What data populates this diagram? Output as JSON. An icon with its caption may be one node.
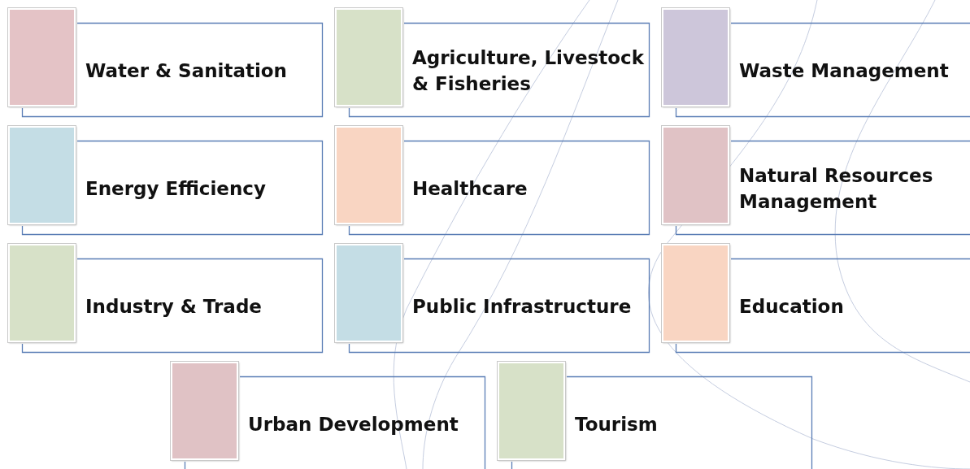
{
  "diagram": {
    "nodes": [
      {
        "text": [
          "Water & Sanitation"
        ]
      },
      {
        "text": [],
        "shape": "box",
        "in": 0
      },
      {
        "text": [
          "Agriculture, Livestock & Fisheries"
        ]
      },
      {
        "text": [],
        "shape": "box",
        "in": 2
      },
      {
        "text": [
          "Waste Management"
        ]
      },
      {
        "text": [],
        "shape": "box",
        "in": 4
      },
      {
        "text": [
          "Energy Efficiency"
        ]
      },
      {
        "text": [],
        "shape": "box",
        "in": 6
      },
      {
        "text": [
          "Healthcare"
        ]
      },
      {
        "text": [],
        "shape": "box",
        "in": 8
      },
      {
        "text": [
          "Natural Resources Management"
        ]
      },
      {
        "text": [],
        "shape": "box",
        "in": 10
      },
      {
        "text": [
          "Industry & Trade"
        ]
      },
      {
        "text": [],
        "shape": "box",
        "in": 12
      },
      {
        "text": [
          "Public Infrastructure"
        ]
      },
      {
        "text": [],
        "shape": "box",
        "in": 14
      },
      {
        "text": [
          "Education"
        ]
      },
      {
        "text": [],
        "shape": "box",
        "in": 16
      },
      {
        "text": [
          "Urban Development"
        ]
      },
      {
        "text": [],
        "shape": "box",
        "in": 18
      },
      {
        "text": [
          "Tourism"
        ]
      },
      {
        "text": [],
        "shape": "box",
        "in": 20
      }
    ]
  }
}
